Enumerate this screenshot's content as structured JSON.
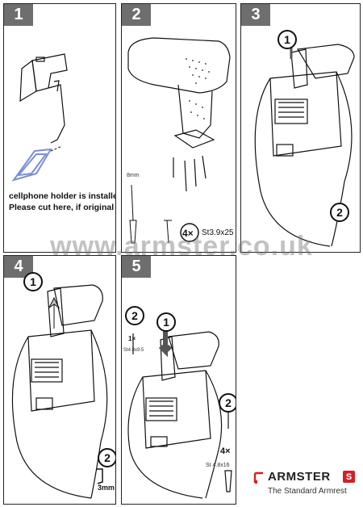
{
  "steps": [
    "1",
    "2",
    "3",
    "4",
    "5"
  ],
  "panel1": {
    "note_line1": "cellphone holder is installed!",
    "note_line2": "Please cut here, if original Opel"
  },
  "panel2": {
    "screw_count": "4×",
    "screw_spec": "St3.9x25",
    "washer_label": "8mm"
  },
  "panel3": {
    "callout1": "1",
    "callout2": "2"
  },
  "panel4": {
    "callout1": "1",
    "callout2": "2",
    "gap_label": "3mm"
  },
  "panel5": {
    "callout1": "1",
    "callout2a": "2",
    "callout2b": "2",
    "small_count": "1×",
    "small_spec": "St4.8x9.5",
    "big_count": "4×",
    "big_spec": "St 4.8x16"
  },
  "watermark": "www.armster.co.uk",
  "brand": {
    "name": "ARMSTER",
    "tagline": "The Standard Armrest",
    "accent_color": "#d32027"
  }
}
